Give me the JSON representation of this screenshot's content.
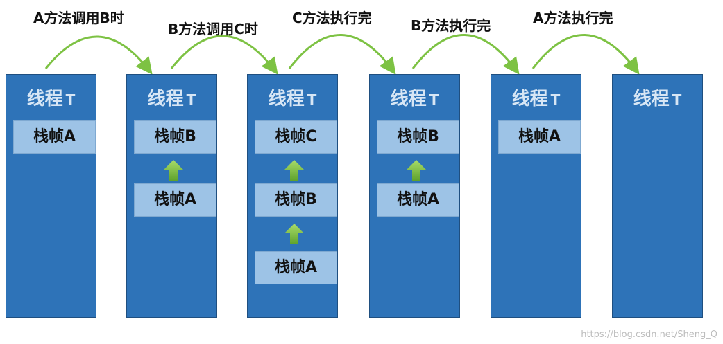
{
  "thread_label": "线程",
  "thread_suffix": "T",
  "transitions": [
    {
      "label": "A方法调用B时"
    },
    {
      "label": "B方法调用C时"
    },
    {
      "label": "C方法执行完"
    },
    {
      "label": "B方法执行完"
    },
    {
      "label": "A方法执行完"
    }
  ],
  "threads": [
    {
      "frames": [
        "栈帧A"
      ]
    },
    {
      "frames": [
        "栈帧B",
        "栈帧A"
      ]
    },
    {
      "frames": [
        "栈帧C",
        "栈帧B",
        "栈帧A"
      ]
    },
    {
      "frames": [
        "栈帧B",
        "栈帧A"
      ]
    },
    {
      "frames": [
        "栈帧A"
      ]
    },
    {
      "frames": []
    }
  ],
  "watermark": "https://blog.csdn.net/Sheng_Q",
  "colors": {
    "thread_bg": "#2e73b8",
    "frame_bg": "#9dc3e6",
    "arrow_green": "#7dc243"
  }
}
